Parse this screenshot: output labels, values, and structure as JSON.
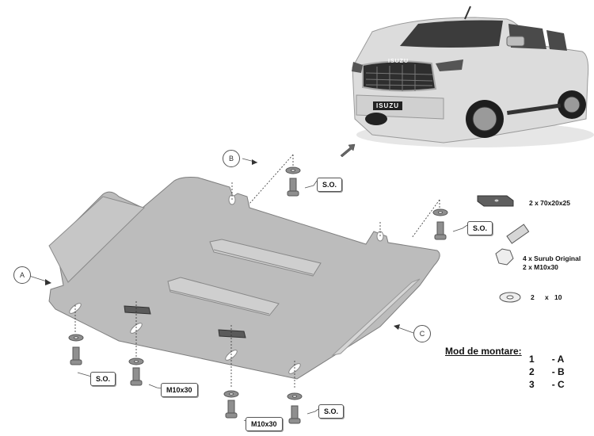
{
  "vehicle": {
    "brand_badge": "ISUZU",
    "grille_badge": "ISUZU",
    "description": "Isuzu D-Max pickup truck photo"
  },
  "diagram": {
    "part": "skid plate / underbody guard",
    "view_labels": [
      {
        "id": "A",
        "label": "A"
      },
      {
        "id": "B",
        "label": "B"
      },
      {
        "id": "C",
        "label": "C"
      }
    ],
    "callouts": [
      {
        "id": "so_top",
        "label": "S.O."
      },
      {
        "id": "so_right",
        "label": "S.O."
      },
      {
        "id": "so_bottom_left",
        "label": "S.O."
      },
      {
        "id": "m10_left",
        "label": "M10x30"
      },
      {
        "id": "m10_bottom",
        "label": "M10x30"
      },
      {
        "id": "so_bottom_right",
        "label": "S.O."
      }
    ]
  },
  "parts_legend": {
    "plate": "2 x 70x20x25",
    "bolt_line1": "4 x Surub Original",
    "bolt_line2": "2 x M10x30",
    "washer_qty": "2",
    "washer_x": "x",
    "washer_size": "10"
  },
  "mounting": {
    "title": "Mod de montare:",
    "steps": [
      {
        "num": "1",
        "view": "- A"
      },
      {
        "num": "2",
        "view": "- B"
      },
      {
        "num": "3",
        "view": "- C"
      }
    ]
  },
  "colors": {
    "plate_fill": "#bdbdbd",
    "plate_edge": "#8a8a8a",
    "hardware": "#8f8f8f",
    "dark_plate": "#5a5a5a"
  }
}
